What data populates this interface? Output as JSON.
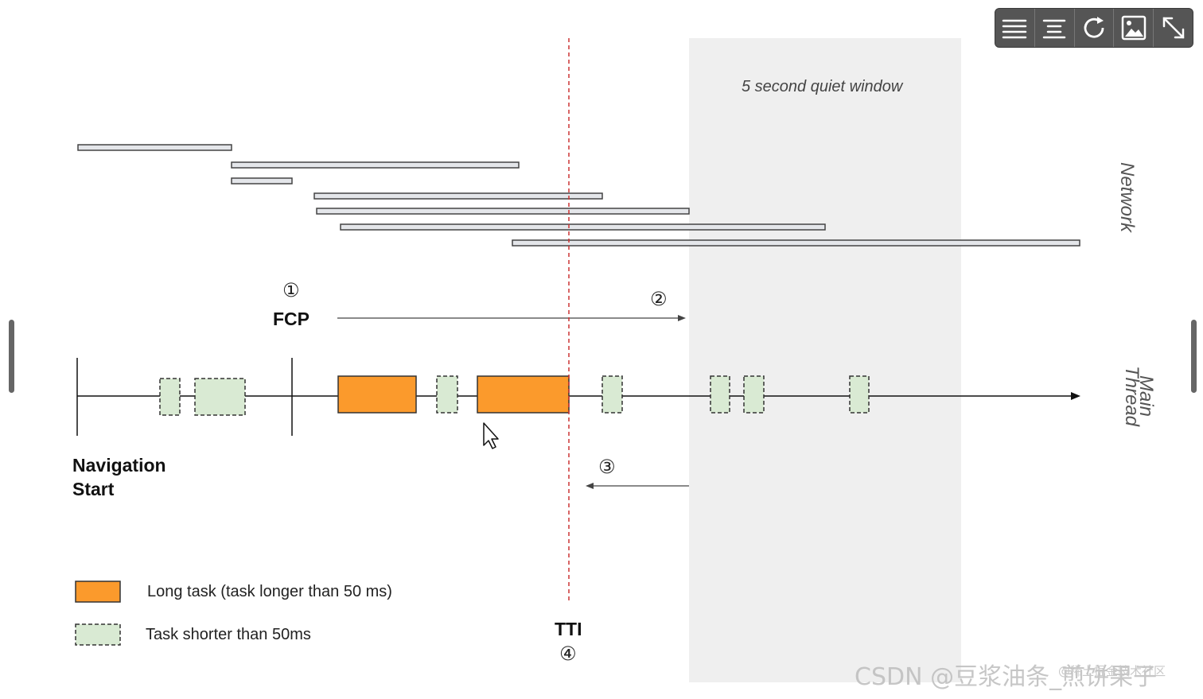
{
  "diagram": {
    "quiet_window_label": "5 second quiet window",
    "fcp_marker": "①",
    "fcp_label": "FCP",
    "arrow2_marker": "②",
    "arrow3_marker": "③",
    "tti_label": "TTI",
    "tti_marker": "④",
    "navigation_start_line1": "Navigation",
    "navigation_start_line2": "Start",
    "network_label": "Network",
    "main_thread_line1": "Main",
    "main_thread_line2": "Thread"
  },
  "legend": {
    "long_task_label": "Long task (task longer than 50 ms)",
    "short_task_label": "Task shorter than 50ms"
  },
  "toolbar": {
    "buttons": [
      "menu-icon",
      "align-center-icon",
      "refresh-icon",
      "image-icon",
      "expand-icon"
    ]
  },
  "watermark": {
    "text": "CSDN @豆浆油条_煎饼果子",
    "text_small": "@稀土掘金技术社区"
  },
  "colors": {
    "long_task": "#fb9a2c",
    "short_task_fill": "#d9ead3",
    "quiet_window": "#efefef",
    "tti_line": "#cc3333",
    "network_bar": "#e4e6ea"
  }
}
